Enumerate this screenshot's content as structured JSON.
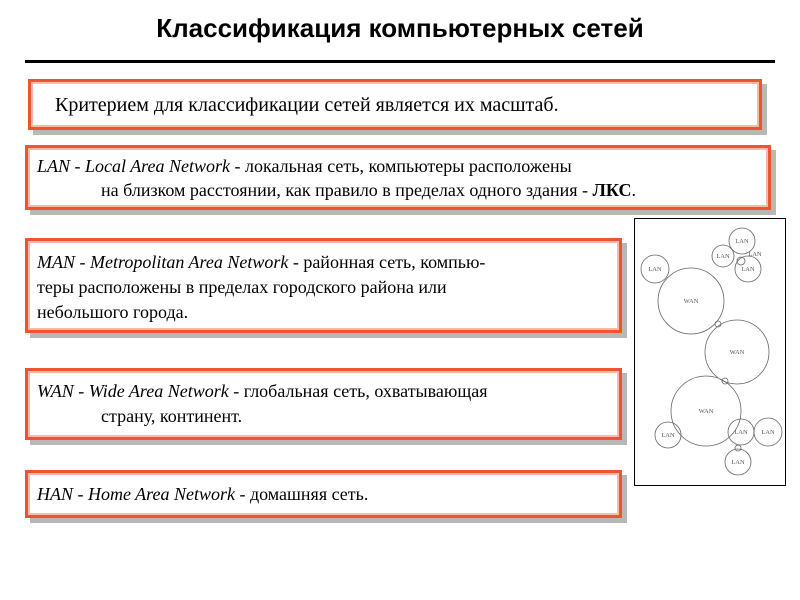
{
  "title": "Классификация компьютерных сетей",
  "criterion": "Критерием для классификации сетей является их масштаб.",
  "lan": {
    "abbr": "LAN",
    "sep": " - ",
    "full": "Local Area Network",
    "line1_rest": " - локальная сеть, компьютеры расположены",
    "line2": "на близком расстоянии, как правило в пределах одного здания - ",
    "line2_bold": "ЛКС",
    "line2_end": "."
  },
  "man": {
    "abbr": "MAN",
    "sep": " - ",
    "full": "Metropolitan Area Network",
    "line1_rest": " - районная сеть, компью-",
    "line2": "теры расположены в пределах городского района или",
    "line3": "небольшого города."
  },
  "wan": {
    "abbr": "WAN",
    "sep": " - ",
    "full": "Wide Area Network",
    "line1_rest": " - глобальная сеть, охватывающая",
    "line2": "страну, континент."
  },
  "han": {
    "abbr": "HAN",
    "sep": " - ",
    "full": "Home Area Network",
    "line1_rest": " - домашняя сеть."
  },
  "diagram": {
    "wan_labels": [
      "WAN",
      "WAN",
      "WAN"
    ],
    "lan_labels": [
      "LAN",
      "LAN",
      "LAN",
      "LAN",
      "LAN",
      "LAN",
      "LAN",
      "LAN",
      "LAN"
    ]
  }
}
